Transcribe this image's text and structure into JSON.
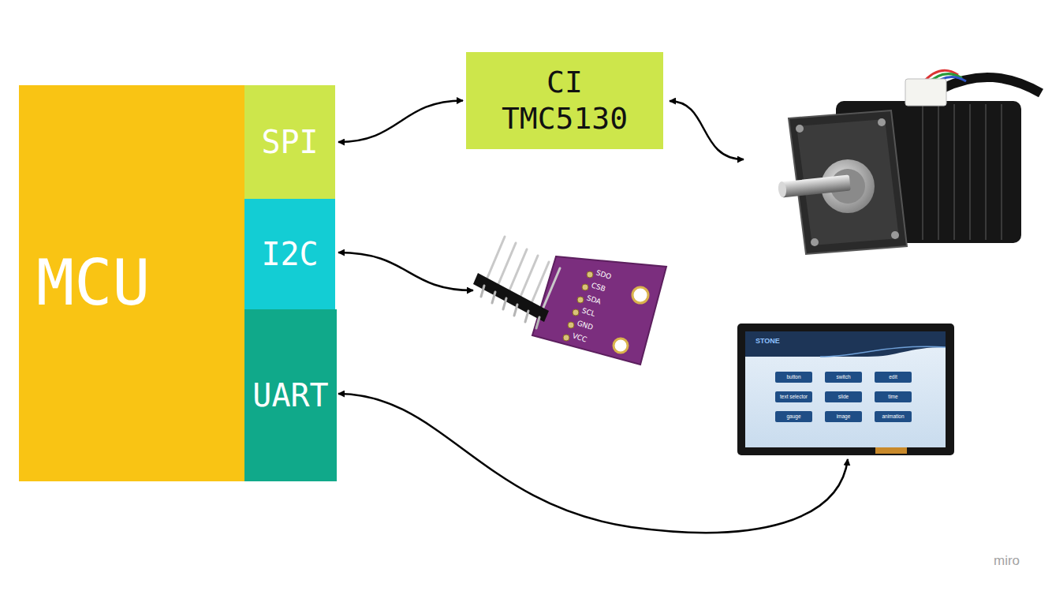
{
  "diagram": {
    "nodes": [
      {
        "text": [
          "MCU"
        ]
      },
      {
        "text": [
          "SPI"
        ],
        "in": 0
      },
      {
        "text": [
          "I2C"
        ],
        "in": 0
      },
      {
        "text": [
          "UART"
        ],
        "in": 0
      },
      {
        "text": [
          "CI TMC5130"
        ]
      }
    ],
    "edges": [
      {
        "from": 1,
        "to": 4,
        "arrow": "both"
      }
    ],
    "labels": [
      "SDO",
      "CSB",
      "SDA",
      "SCL",
      "GND",
      "VCC",
      "STONE",
      "button",
      "switch",
      "edit",
      "text selector",
      "slide",
      "time",
      "gauge",
      "image",
      "animation",
      "miro"
    ]
  }
}
